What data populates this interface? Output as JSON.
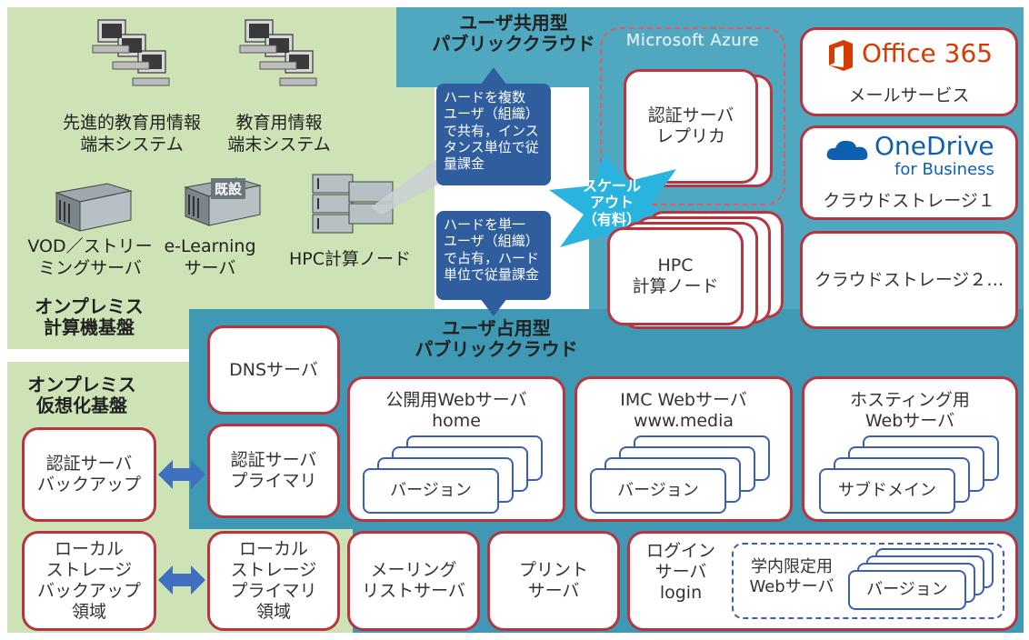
{
  "onprem_compute": {
    "terminal1": "先進的教育用情報\n端末システム",
    "terminal2": "教育用情報\n端末システム",
    "server_vod": "VOD／ストリー\nミングサーバ",
    "server_elearning": "e-Learning\nサーバ",
    "existing_badge": "既設",
    "server_hpc": "HPC計算ノード",
    "title": "オンプレミス\n計算機基盤"
  },
  "shared_cloud": {
    "title": "ユーザ共用型\nパブリッククラウド",
    "callout": "ハードを複数\nユーザ（組織）\nで共有，インス\nタンス単位で従\n量課金",
    "azure_label": "Microsoft Azure",
    "auth_replica": "認証サーバ\nレプリカ",
    "scaleout": "スケール\nアウト\n（有料）",
    "hpc_node": "HPC\n計算ノード",
    "office365": "Office 365",
    "mail_service": "メールサービス",
    "onedrive": "OneDrive",
    "onedrive_sub": "for Business",
    "storage1": "クラウドストレージ１",
    "storage2": "クラウドストレージ２…"
  },
  "dedicated_cloud": {
    "callout": "ハードを単一\nユーザ（組織）\nで占有，ハード\n単位で従量課金",
    "title": "ユーザ占用型\nパブリッククラウド",
    "dns": "DNSサーバ",
    "auth_primary": "認証サーバ\nプライマリ",
    "local_primary": "ローカル\nストレージ\nプライマリ\n領域",
    "public_web": "公開用Webサーバ\nhome",
    "imc_web": "IMC Webサーバ\nwww.media",
    "hosting_web": "ホスティング用\nWebサーバ",
    "version": "バージョン",
    "subdomain": "サブドメイン",
    "mailing": "メーリング\nリストサーバ",
    "print": "プリント\nサーバ",
    "login": "ログイン\nサーバ\nlogin",
    "campus_web": "学内限定用\nWebサーバ"
  },
  "onprem_virtual": {
    "title": "オンプレミス\n仮想化基盤",
    "auth_backup": "認証サーバ\nバックアップ",
    "local_backup": "ローカル\nストレージ\nバックアップ\n領域"
  },
  "colors": {
    "green_zone": "#cde3b5",
    "teal_zone": "#4fa8c0",
    "box_border": "#b8343f",
    "stack_border": "#3b5fb3",
    "callout": "#2f5d9e",
    "arrow": "#3f6fbf",
    "office_red": "#d83b01",
    "onedrive_blue": "#0f5fb0",
    "scaleout_cyan": "#28b4de"
  },
  "icons": [
    "computer-terminal-icon",
    "rack-server-icon",
    "cloud-icon",
    "office-logo-icon",
    "bidirectional-arrow-icon"
  ]
}
